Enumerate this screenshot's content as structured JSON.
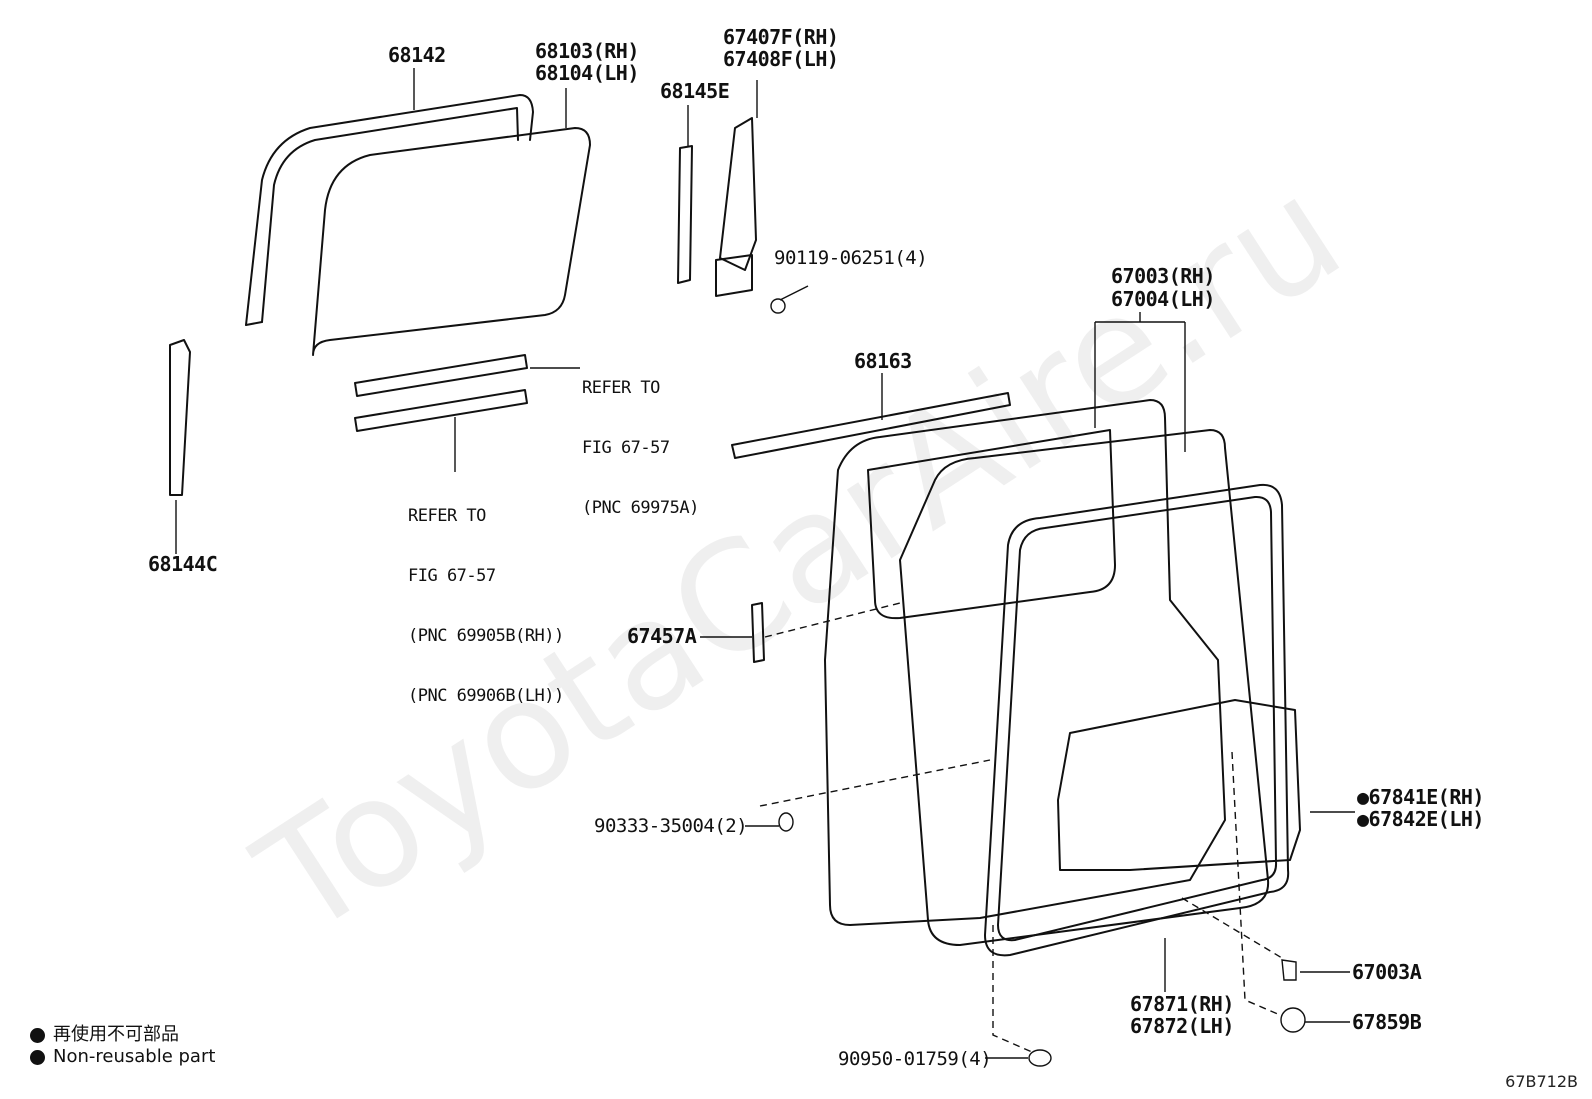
{
  "watermark": "ToyotaCarAire.ru",
  "figure_code": "67B712B",
  "legend": {
    "jp": "再使用不可部品",
    "en": "Non-reusable part"
  },
  "labels": {
    "p68142": "68142",
    "p68103": "68103(RH)",
    "p68104": "68104(LH)",
    "p68145e": "68145E",
    "p67407f": "67407F(RH)",
    "p67408f": "67408F(LH)",
    "p90119": "90119-06251(4)",
    "p67003": "67003(RH)",
    "p67004": "67004(LH)",
    "p68163": "68163",
    "refer1": [
      "REFER TO",
      "FIG 67-57",
      "(PNC 69975A)"
    ],
    "refer2": [
      "REFER TO",
      "FIG 67-57",
      "(PNC 69905B(RH))",
      "(PNC 69906B(LH))"
    ],
    "p68144c": "68144C",
    "p67457a": "67457A",
    "p90333": "90333-35004(2)",
    "p67841e": "67841E(RH)",
    "p67842e": "67842E(LH)",
    "p67003a": "67003A",
    "p67871": "67871(RH)",
    "p67872": "67872(LH)",
    "p67859b": "67859B",
    "p90950": "90950-01759(4)"
  }
}
